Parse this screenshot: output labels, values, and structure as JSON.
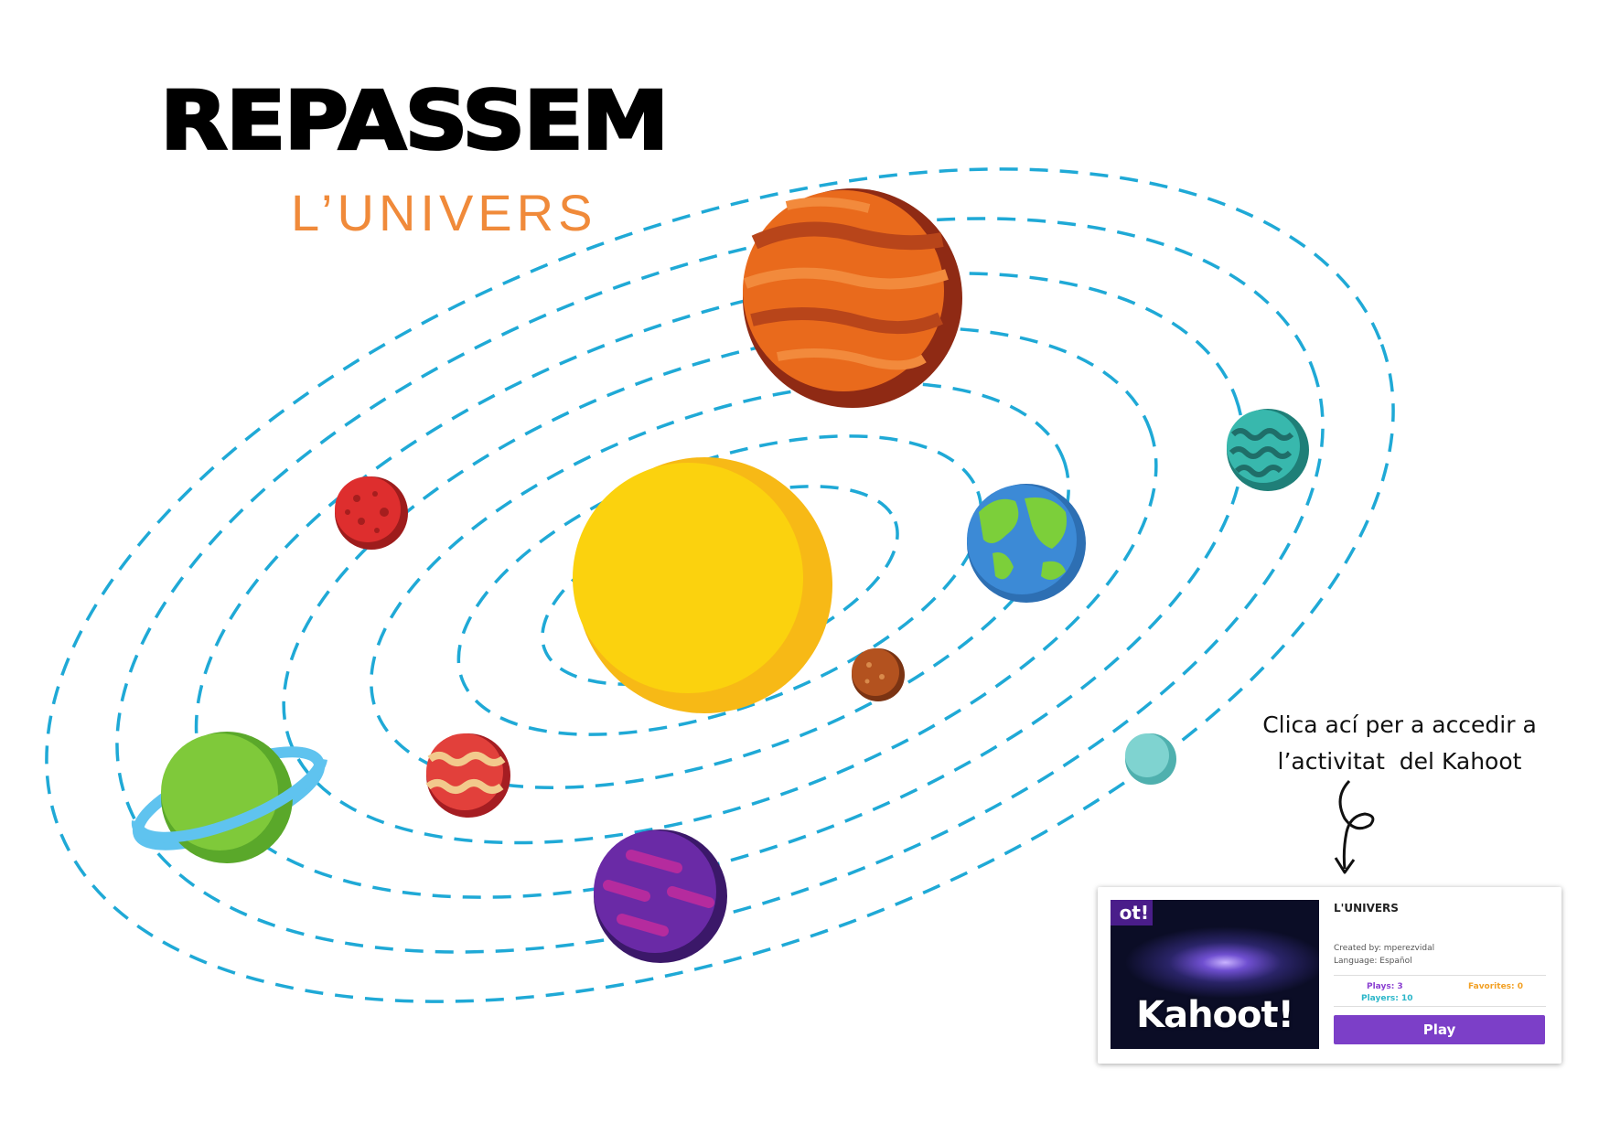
{
  "header": {
    "title": "REPASSEM",
    "subtitle": "L’UNIVERS"
  },
  "instruction": {
    "line1": "Clica ací per a accedir a",
    "line2": "l’activitat  del Kahoot"
  },
  "kahoot_card": {
    "thumbnail_tag": "ot!",
    "thumbnail_logo": "Kahoot!",
    "title": "L'UNIVERS",
    "created_by": "Created by: mperezvidal",
    "language": "Language: Español",
    "plays": "Plays: 3",
    "favorites": "Favorites: 0",
    "players": "Players: 10",
    "play_label": "Play"
  },
  "colors": {
    "orbit": "#1fa9d6",
    "subtitle": "#f08a3a",
    "sun": "#fbd20e",
    "play_button": "#7c3fc8"
  },
  "icons": {
    "arrow": "curly-arrow-down-icon"
  }
}
